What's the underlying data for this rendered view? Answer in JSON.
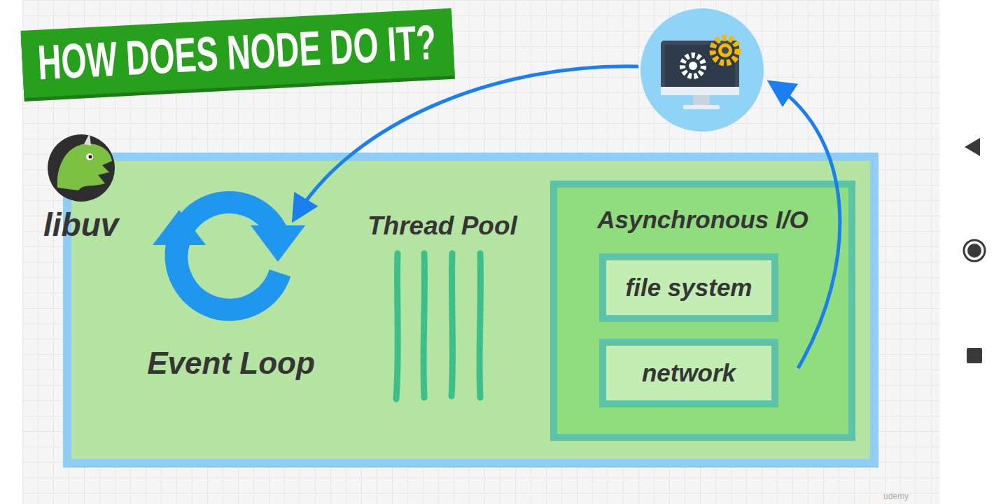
{
  "diagram": {
    "title": "HOW DOES NODE DO IT?",
    "nodes": [
      {
        "text": [
          "libuv"
        ]
      },
      {
        "text": [
          "Asynchronous I/O"
        ],
        "in": 0
      },
      {
        "text": [
          "file system"
        ],
        "in": 1
      },
      {
        "text": [
          "network"
        ],
        "in": 1
      }
    ],
    "labels": [
      "Event Loop",
      "Thread Pool",
      "udemy"
    ]
  }
}
